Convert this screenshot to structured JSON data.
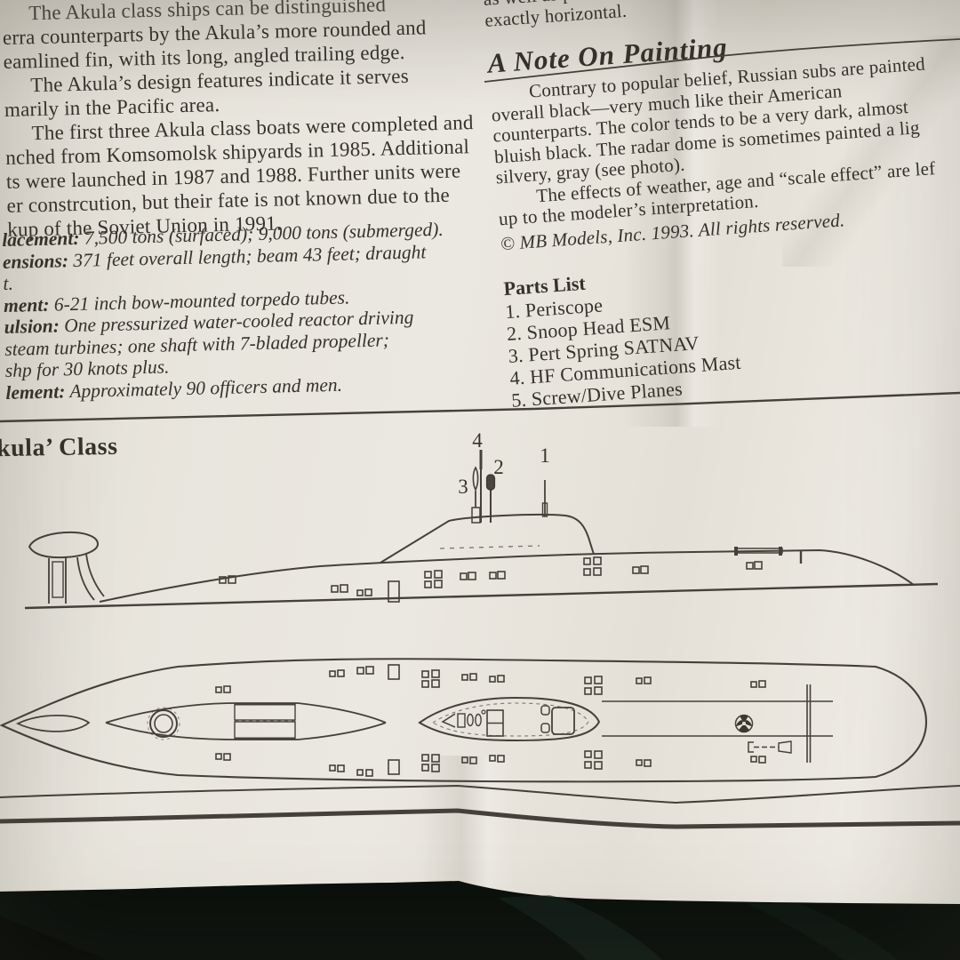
{
  "document": {
    "left_column": {
      "body_lines": [
        "The Akula class ships can be distinguished",
        "erra counterparts by the Akula’s more rounded and",
        "eamlined fin, with its long, angled trailing edge.",
        "The Akula’s design features indicate it serves",
        "marily in the Pacific area.",
        "The first three Akula class boats were completed and",
        "nched from Komsomolsk shipyards in 1985. Additional",
        "ts were launched in 1987 and 1988. Further units were",
        "er constrcution, but their fate is not known due to the",
        "kup of the Soviet Union in 1991."
      ],
      "specs": [
        {
          "label": "lacement:",
          "rest": " 7,500 tons (surfaced); 9,000 tons (submerged)."
        },
        {
          "label": "ensions:",
          "rest": " 371 feet overall length; beam 43 feet; draught"
        },
        {
          "label": "",
          "rest": "t."
        },
        {
          "label": "ment:",
          "rest": " 6-21 inch bow-mounted torpedo tubes."
        },
        {
          "label": "ulsion:",
          "rest": " One pressurized water-cooled reactor driving"
        },
        {
          "label": "",
          "rest": " steam turbines; one shaft with 7-bladed propeller;"
        },
        {
          "label": "",
          "rest": "shp for 30 knots plus."
        },
        {
          "label": "lement:",
          "rest": " Approximately 90 officers and men."
        }
      ]
    },
    "right_column": {
      "top_lines": [
        "as well as p",
        "exactly horizontal."
      ],
      "painting_heading": "A Note On Painting",
      "painting_lines": [
        "Contrary to popular belief, Russian subs are painted",
        "overall black—very much like their American",
        "counterparts. The color tends to be a very dark, almost",
        "bluish black. The radar dome is sometimes painted a lig",
        "silvery, gray (see photo).",
        "The effects of weather, age and “scale effect” are lef",
        "up to the modeler’s interpretation."
      ],
      "copyright": "© MB Models, Inc. 1993. All rights reserved.",
      "parts_list": {
        "heading": "Parts List",
        "items": [
          "1. Periscope",
          "2. Snoop Head ESM",
          "3. Pert Spring SATNAV",
          "4. HF Communications Mast",
          "5. Screw/Dive Planes"
        ]
      }
    },
    "diagram": {
      "class_heading": "kula’ Class",
      "mast_labels": [
        "1",
        "2",
        "3",
        "4"
      ]
    },
    "colors": {
      "paper": "#e9e6de",
      "ink": "#35322b",
      "drawing_line": "#45413a",
      "table_surface": "#0b100c"
    }
  }
}
